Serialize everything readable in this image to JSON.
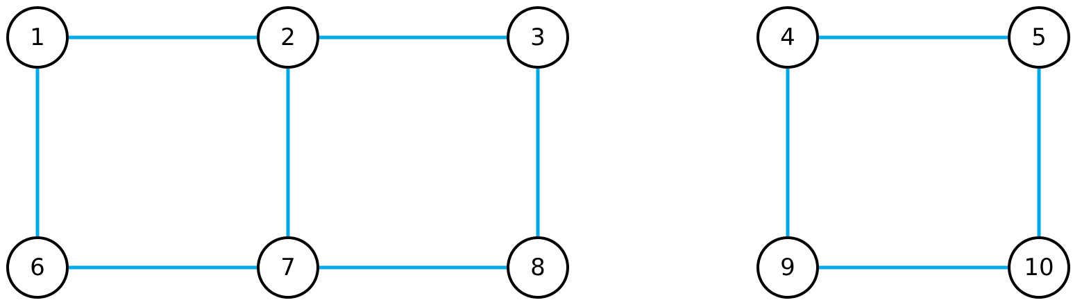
{
  "colors": {
    "edge": "#00a8e8",
    "node_stroke": "#000000",
    "node_fill": "#ffffff",
    "label": "#000000"
  },
  "graph": {
    "nodes": [
      {
        "id": "1",
        "label": "1"
      },
      {
        "id": "2",
        "label": "2"
      },
      {
        "id": "3",
        "label": "3"
      },
      {
        "id": "4",
        "label": "4"
      },
      {
        "id": "5",
        "label": "5"
      },
      {
        "id": "6",
        "label": "6"
      },
      {
        "id": "7",
        "label": "7"
      },
      {
        "id": "8",
        "label": "8"
      },
      {
        "id": "9",
        "label": "9"
      },
      {
        "id": "10",
        "label": "10"
      }
    ],
    "edges": [
      {
        "from": "1",
        "to": "2"
      },
      {
        "from": "2",
        "to": "3"
      },
      {
        "from": "1",
        "to": "6"
      },
      {
        "from": "2",
        "to": "7"
      },
      {
        "from": "3",
        "to": "8"
      },
      {
        "from": "6",
        "to": "7"
      },
      {
        "from": "7",
        "to": "8"
      },
      {
        "from": "4",
        "to": "5"
      },
      {
        "from": "4",
        "to": "9"
      },
      {
        "from": "5",
        "to": "10"
      },
      {
        "from": "9",
        "to": "10"
      }
    ]
  }
}
